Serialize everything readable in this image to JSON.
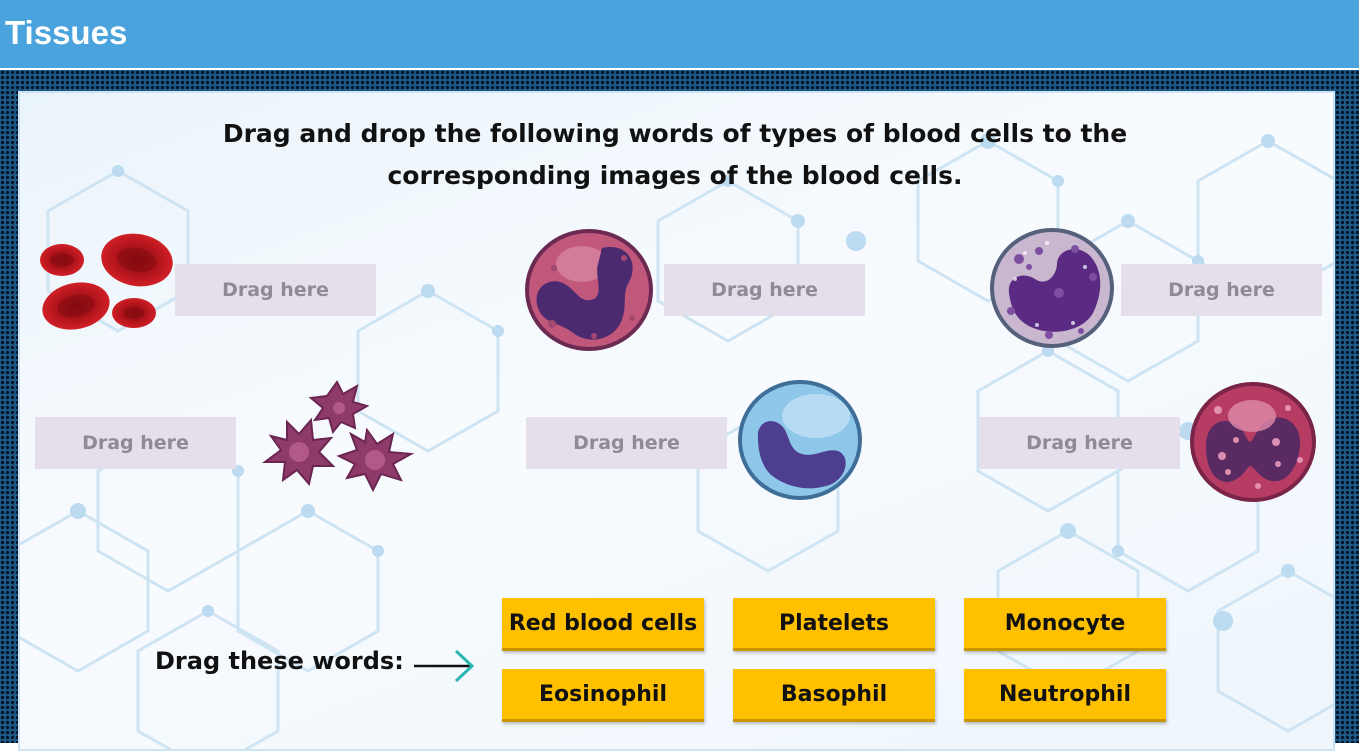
{
  "header": {
    "title": "Tissues"
  },
  "instruction": {
    "line1": "Drag and drop the following words of types of blood cells to the",
    "line2": "corresponding images of the blood cells."
  },
  "dropzones": [
    {
      "label": "Drag here"
    },
    {
      "label": "Drag here"
    },
    {
      "label": "Drag here"
    },
    {
      "label": "Drag here"
    },
    {
      "label": "Drag here"
    },
    {
      "label": "Drag here"
    }
  ],
  "word_bank": {
    "prompt": "Drag these words:",
    "words": [
      "Red blood cells",
      "Platelets",
      "Monocyte",
      "Eosinophil",
      "Basophil",
      "Neutrophil"
    ]
  },
  "colors": {
    "header": "#4aa3dc",
    "word_tile": "#ffc000",
    "dropzone": "#e4dfeb",
    "arrow_head": "#2ab7b0"
  },
  "icons": {
    "cell_images": [
      "red-blood-cells-icon",
      "neutrophil-cell-icon",
      "basophil-cell-icon",
      "platelets-icon",
      "monocyte-cell-icon",
      "eosinophil-cell-icon"
    ]
  }
}
